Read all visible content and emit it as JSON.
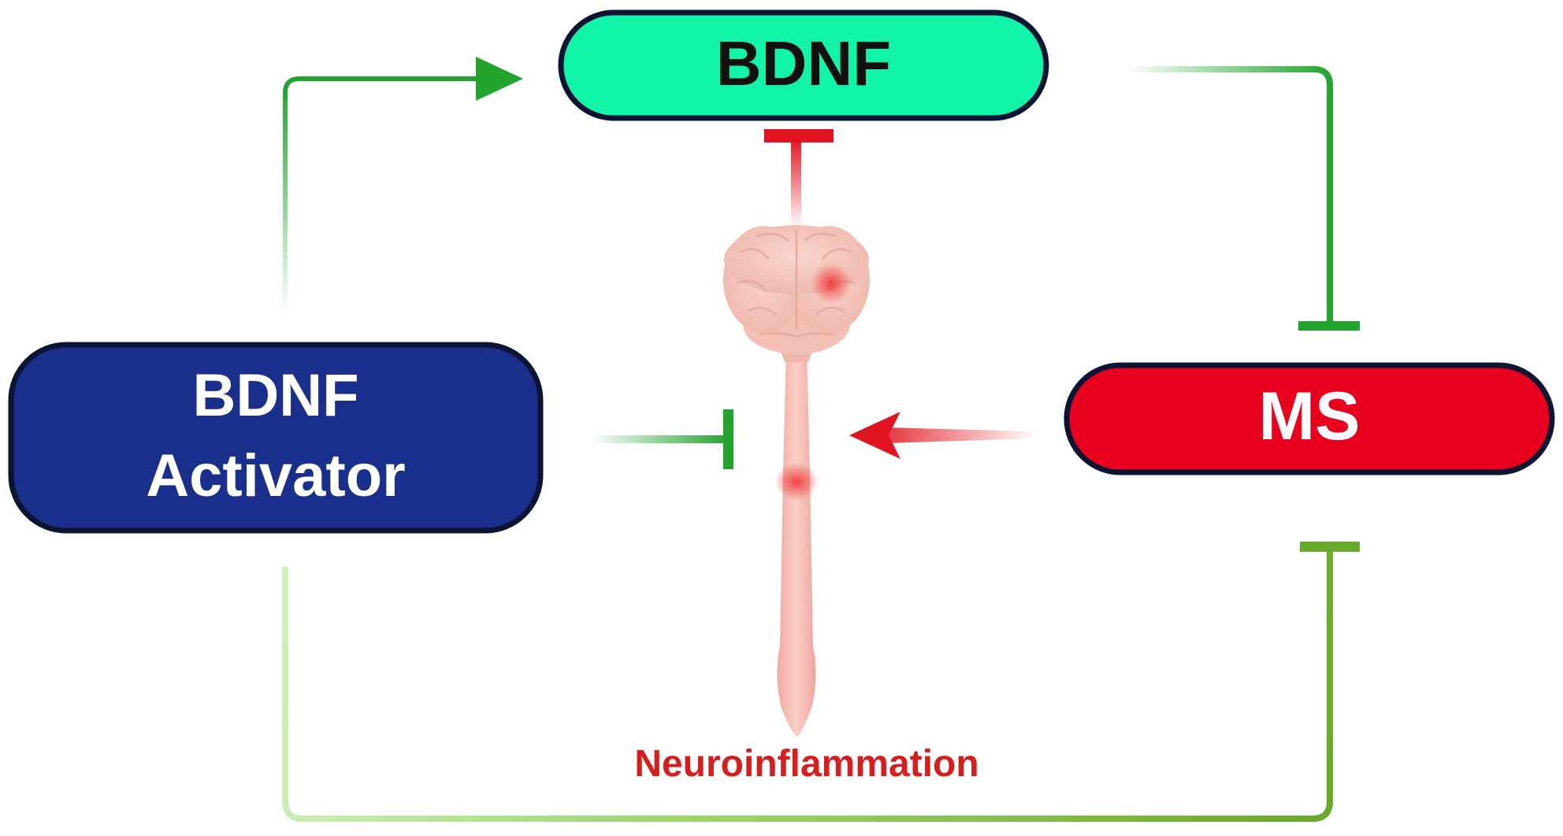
{
  "nodes": {
    "bdnf": {
      "label": "BDNF",
      "fill": "#12F5A8",
      "text_color": "#111111"
    },
    "activator": {
      "label_line1": "BDNF",
      "label_line2": "Activator",
      "fill": "#1A2F8C",
      "text_color": "#FFFFFF"
    },
    "ms": {
      "label": "MS",
      "fill": "#E8001E",
      "text_color": "#FFFFFF"
    }
  },
  "center": {
    "caption": "Neuroinflammation",
    "caption_color": "#D61E1E",
    "icon": "brain-spinal-cord-icon"
  },
  "colors": {
    "node_border": "#0B1433",
    "activate": "#22A32E",
    "inhibit_green": "#22A32E",
    "inhibit_olive": "#6AA82A",
    "inhibit_red": "#E0141E",
    "activate_red": "#E0141E"
  },
  "edges": [
    {
      "from": "BDNF Activator",
      "to": "BDNF",
      "type": "activation"
    },
    {
      "from": "BDNF",
      "to": "MS",
      "type": "inhibition"
    },
    {
      "from": "Neuroinflammation",
      "to": "BDNF",
      "type": "inhibition"
    },
    {
      "from": "BDNF Activator",
      "to": "Neuroinflammation",
      "type": "inhibition"
    },
    {
      "from": "MS",
      "to": "Neuroinflammation",
      "type": "activation"
    },
    {
      "from": "BDNF Activator",
      "to": "MS",
      "type": "inhibition"
    }
  ]
}
